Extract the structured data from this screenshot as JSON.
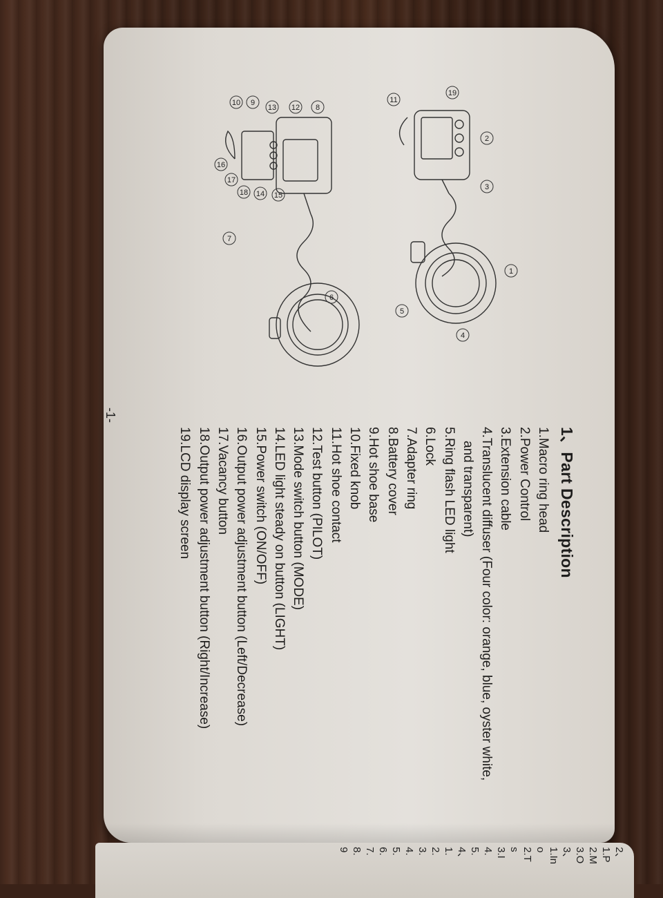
{
  "section": {
    "heading": "1、Part Description",
    "items": [
      "1.Macro ring head",
      "2.Power Control",
      "3.Extension cable",
      "4.Translucent diffuser (Four color: orange, blue, oyster white,",
      "and transparent)",
      "5.Ring flash LED light",
      "6.Lock",
      "7.Adapter ring",
      "8.Battery cover",
      "9.Hot shoe base",
      "10.Fixed knob",
      "11.Hot shoe contact",
      "12.Test button (PILOT)",
      "13.Mode switch button (MODE)",
      "14.LED light steady on button (LIGHT)",
      "15.Power switch (ON/OFF)",
      "16.Output power adjustment button (Left/Decrease)",
      "17.Vacancy button",
      "18.Output power adjustment button (Right/Increase)",
      "19.LCD display screen"
    ]
  },
  "page_number": "-1-",
  "callouts": [
    "1",
    "2",
    "3",
    "4",
    "5",
    "6",
    "7",
    "8",
    "9",
    "10",
    "11",
    "12",
    "13",
    "14",
    "15",
    "16",
    "17",
    "18",
    "19"
  ],
  "next_page": {
    "fragments": [
      "2、",
      "1.P",
      "2.M",
      "3.O",
      "",
      "3、",
      "1.In",
      "o",
      "2.T",
      "s",
      "3.I",
      "4.",
      "5.",
      "",
      "4、",
      "1.",
      "2.",
      "",
      "3.",
      "4.",
      "5.",
      "6.",
      "7.",
      "8.",
      "9"
    ]
  }
}
